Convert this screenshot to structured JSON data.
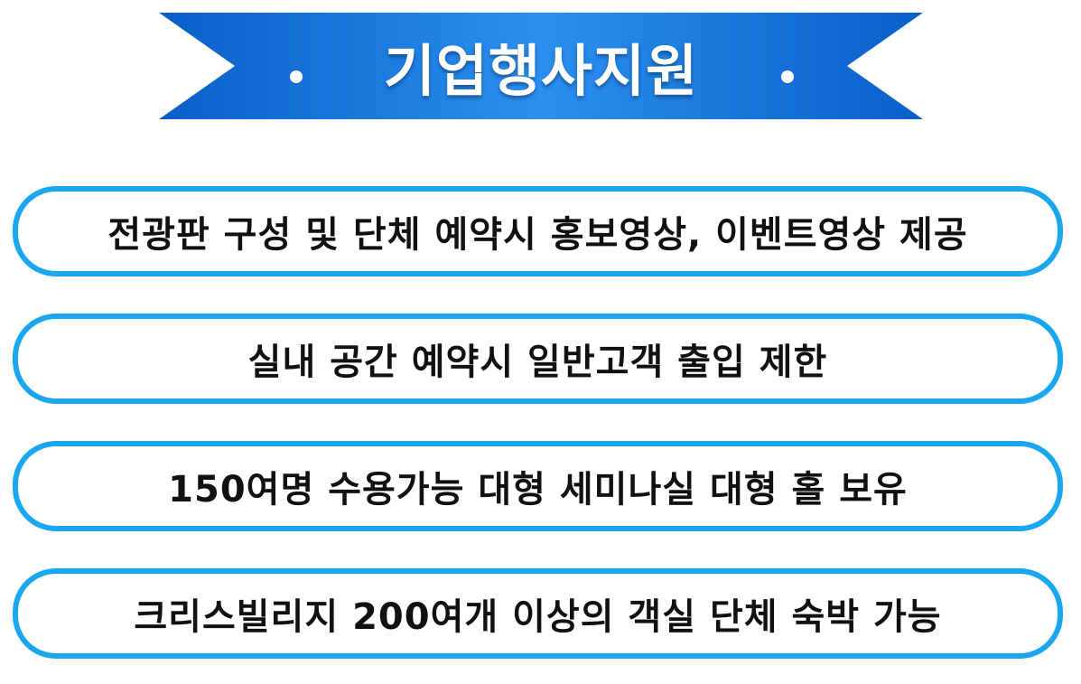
{
  "banner": {
    "title": "기업행사지원",
    "color_dark": "#0a5fc8",
    "color_light": "#2a8ff0"
  },
  "features": [
    "전광판 구성 및 단체 예약시 홍보영상, 이벤트영상 제공",
    "실내 공간 예약시 일반고객 출입 제한",
    "150여명 수용가능 대형 세미나실 대형 홀 보유",
    "크리스빌리지 200여개 이상의 객실 단체 숙박 가능"
  ],
  "accent_color": "#1aa7f2"
}
